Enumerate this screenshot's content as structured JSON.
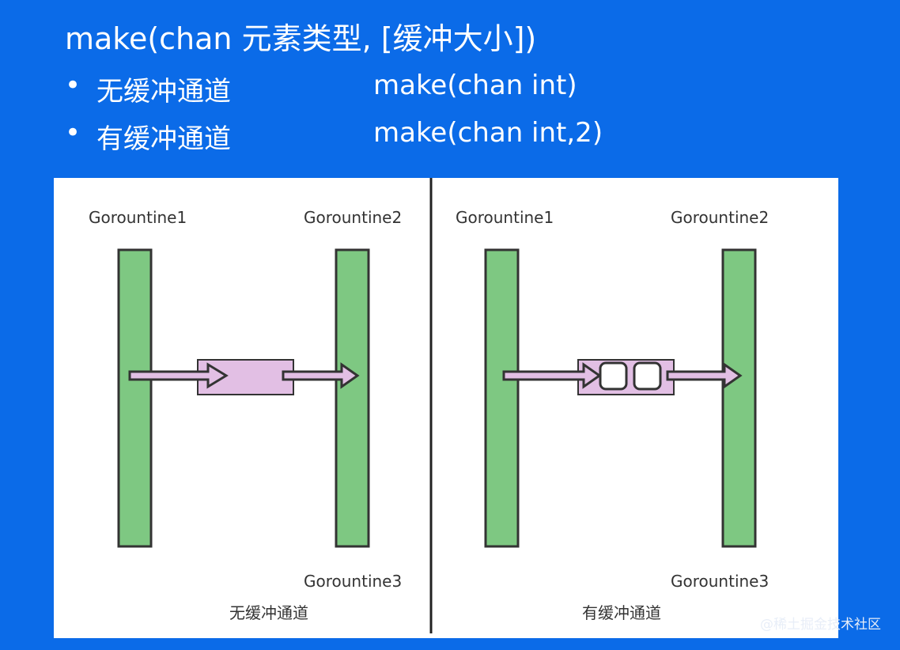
{
  "slide": {
    "title": "make(chan 元素类型, [缓冲大小])",
    "bullets": [
      {
        "marker": "•",
        "label": "无缓冲通道",
        "code": "make(chan int)"
      },
      {
        "marker": "•",
        "label": "有缓冲通道",
        "code": "make(chan int,2)"
      }
    ]
  },
  "diagram": {
    "left": {
      "goroutine1": "Gorountine1",
      "goroutine2": "Gorountine2",
      "goroutine3": "Gorountine3",
      "caption": "无缓冲通道"
    },
    "right": {
      "goroutine1": "Gorountine1",
      "goroutine2": "Gorountine2",
      "goroutine3": "Gorountine3",
      "caption": "有缓冲通道"
    },
    "buffer_slots": 2
  },
  "watermark": "@稀土掘金技术社区",
  "colors": {
    "background": "#0b6be8",
    "bar_fill": "#7ec882",
    "bar_stroke": "#333333",
    "channel_fill": "#e2bfe4",
    "divider": "#222222"
  }
}
